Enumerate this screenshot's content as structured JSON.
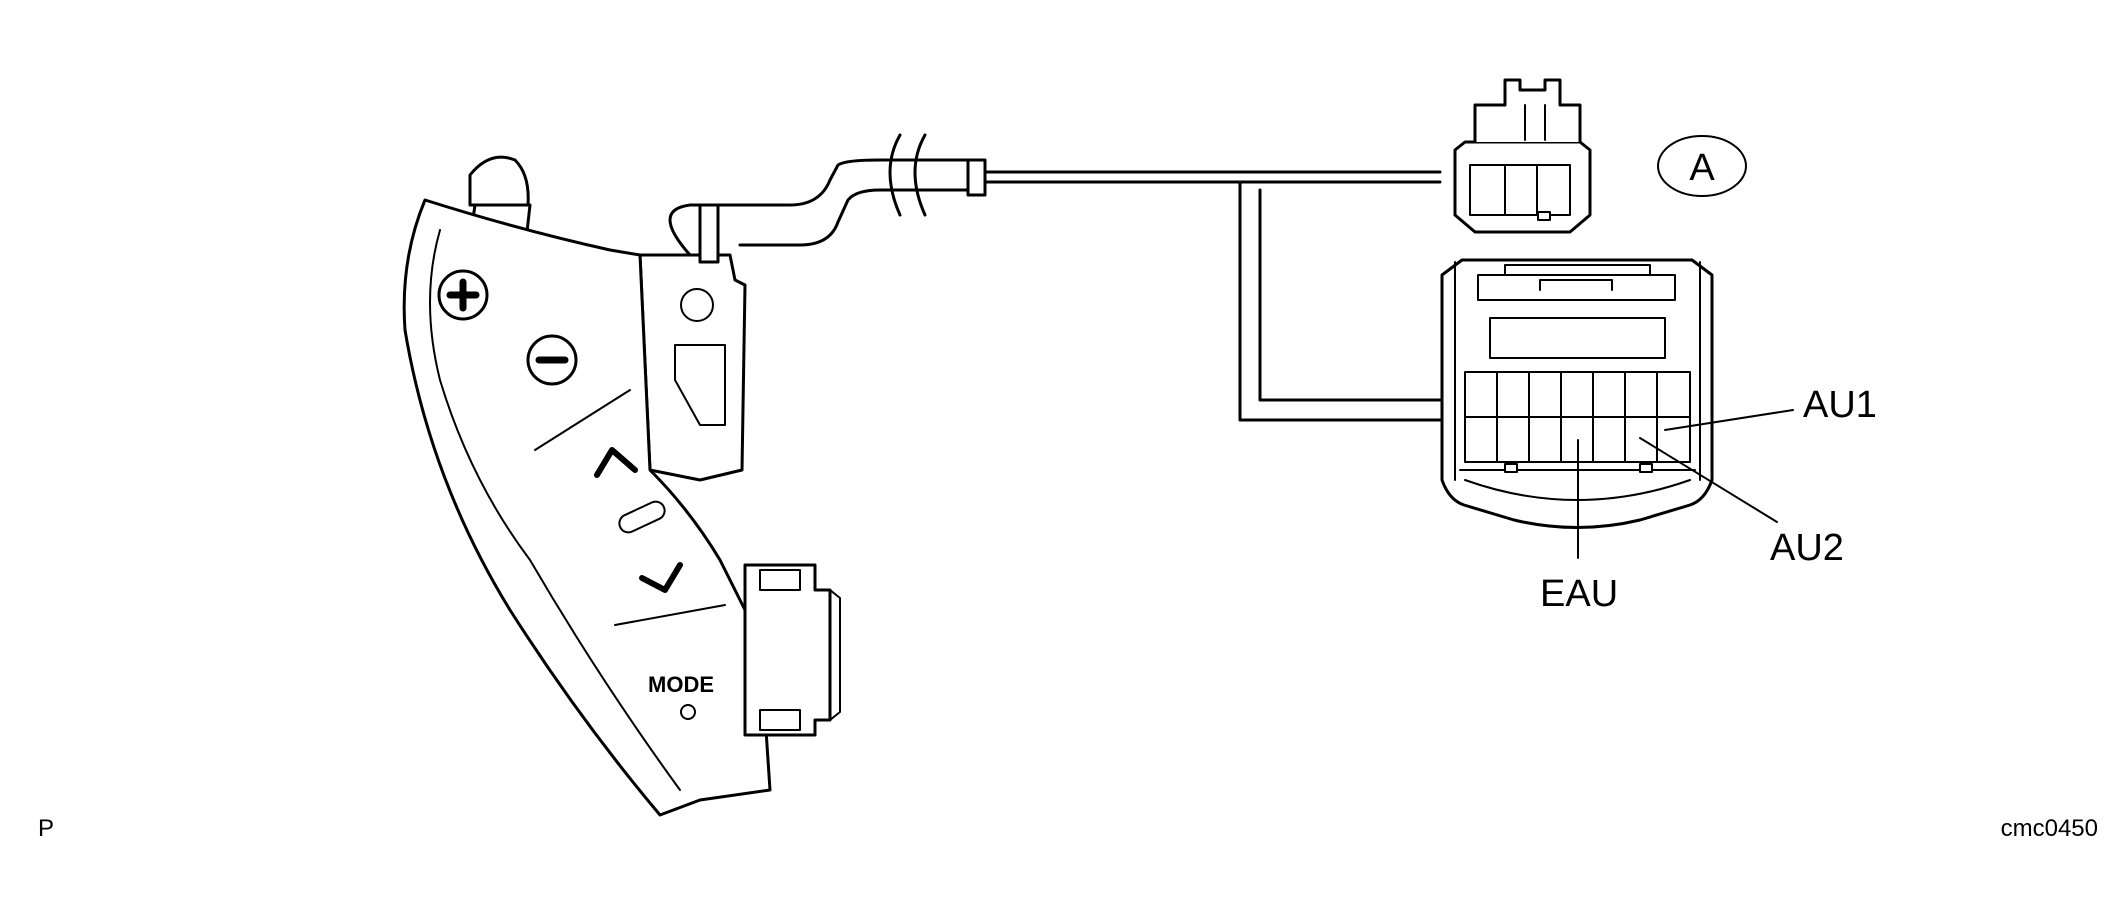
{
  "labels": {
    "connector_id": "A",
    "terminal_au1": "AU1",
    "terminal_au2": "AU2",
    "terminal_eau": "EAU",
    "mode_button": "MODE",
    "corner_left": "P",
    "figure_code": "cmc0450"
  },
  "icons": {
    "volume_up": "plus-icon",
    "volume_down": "minus-icon",
    "seek_up": "caret-up-icon",
    "seek_down": "caret-down-icon"
  }
}
